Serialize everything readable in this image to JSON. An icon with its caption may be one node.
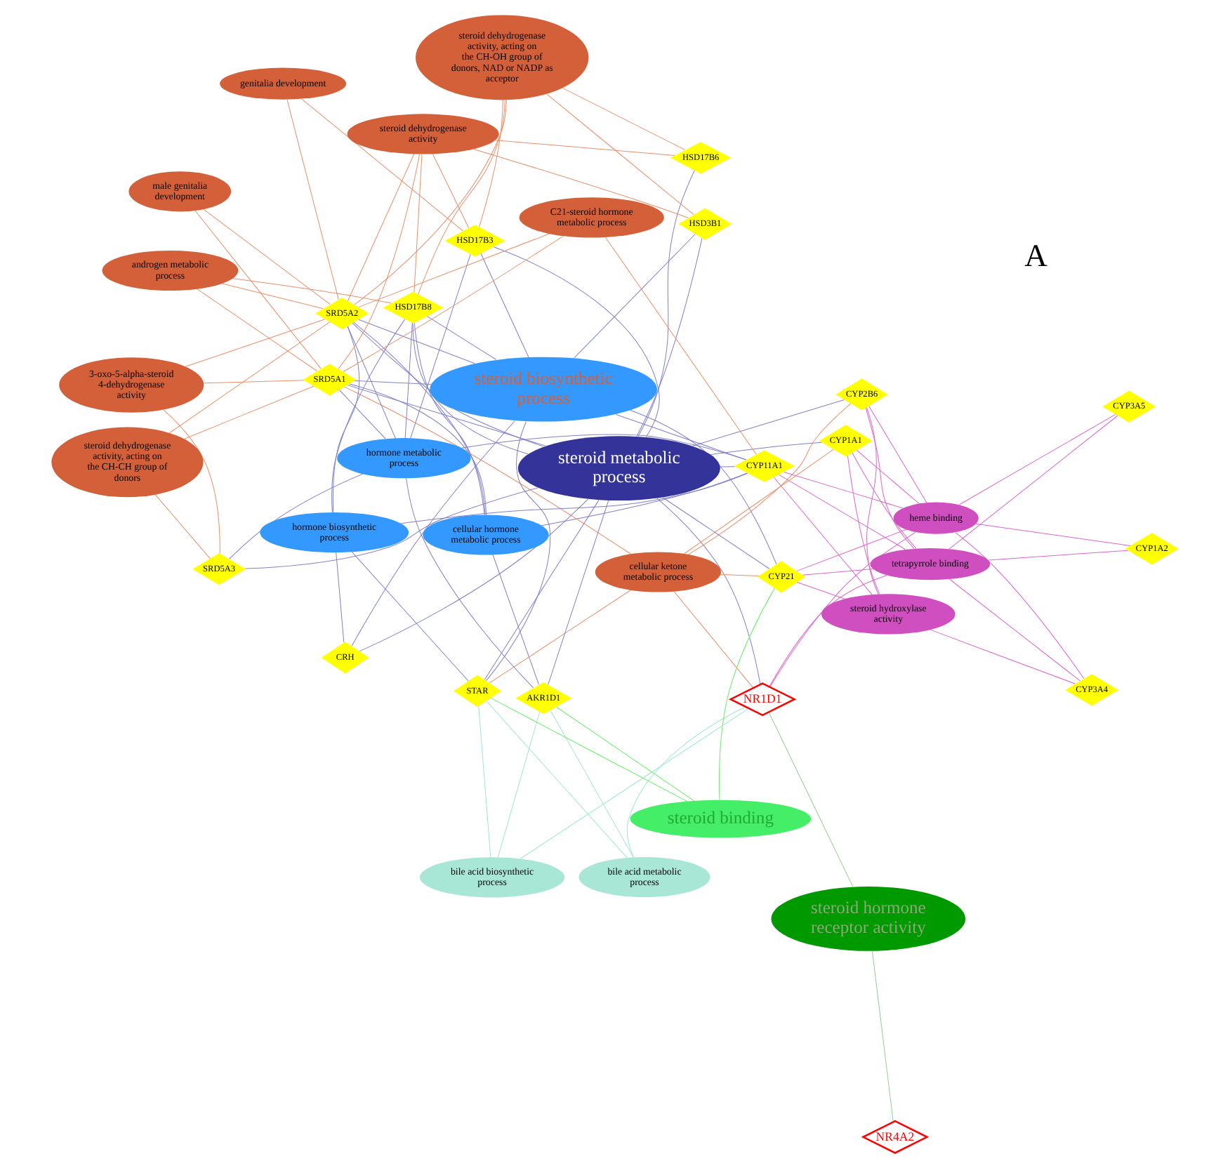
{
  "diagram": {
    "nodes": [
      {
        "text": [
          "NR4A2"
        ]
      },
      {
        "text": [
          "steroid hormone receptor activity"
        ]
      },
      {
        "text": [
          "NR1D1"
        ]
      },
      {
        "text": [
          "heme binding"
        ]
      },
      {
        "text": [
          "bile acid metabolic process"
        ]
      },
      {
        "text": [
          "tetrapyrrole binding"
        ]
      },
      {
        "text": [
          "bile acid biosynthetic process"
        ]
      },
      {
        "text": [
          "steroid hydroxylase activity"
        ]
      },
      {
        "text": [
          "cellular hormone metabolic process"
        ]
      },
      {
        "text": [
          "cellular ketone metabolic process"
        ]
      },
      {
        "text": [
          "steroid metabolic process"
        ]
      },
      {
        "text": [
          "hormone biosynthetic process"
        ]
      },
      {
        "text": [
          "steroid biosynthetic process"
        ]
      },
      {
        "text": [
          "steroid dehydrogenase activity"
        ]
      },
      {
        "text": [
          "hormone metabolic process"
        ]
      },
      {
        "text": [
          "steroid binding"
        ]
      },
      {
        "text": [
          "steroid dehydrogenase activity, acting on the CH-OH group of donors, NAD or NADP as acceptor"
        ]
      },
      {
        "text": [
          "C21-steroid hormone metabolic process"
        ]
      },
      {
        "text": [
          "male genitalia development"
        ]
      },
      {
        "text": [
          "androgen metabolic process"
        ]
      },
      {
        "text": [
          "3-oxo-5-alpha-steroid 4-dehydrogenase activity"
        ]
      },
      {
        "text": [
          "steroid dehydrogenase activity, acting on the CH-CH group of donors"
        ]
      },
      {
        "text": [
          "genitalia development"
        ]
      },
      {
        "text": [
          "CYP1A2"
        ]
      },
      {
        "text": [
          "CYP3A5"
        ]
      },
      {
        "text": [
          "CYP3A4"
        ]
      },
      {
        "text": [
          "CYP2B6"
        ]
      },
      {
        "text": [
          "CYP1A1"
        ]
      },
      {
        "text": [
          "STAR"
        ]
      },
      {
        "text": [
          "CYP21"
        ]
      },
      {
        "text": [
          "CYP11A1"
        ]
      },
      {
        "text": [
          "CRH"
        ]
      },
      {
        "text": [
          "HSD17B8"
        ]
      },
      {
        "text": [
          "HSD17B6"
        ]
      },
      {
        "text": [
          "SRD5A3"
        ]
      },
      {
        "text": [
          "HSD17B3"
        ]
      },
      {
        "text": [
          "AKR1D1"
        ]
      },
      {
        "text": [
          "HSD3B1"
        ]
      },
      {
        "text": [
          "SRD5A2"
        ]
      },
      {
        "text": [
          "SRD5A1"
        ]
      }
    ],
    "edges": [
      {
        "from": 1,
        "to": 0,
        "arrow": "none",
        "color": "#99cc99"
      },
      {
        "from": 1,
        "to": 2,
        "arrow": "none",
        "color": "#99cc99"
      },
      {
        "from": 2,
        "to": 4,
        "arrow": "none",
        "color": "#a0e8d0"
      },
      {
        "from": 2,
        "to": 6,
        "arrow": "none",
        "color": "#a0e8d0"
      },
      {
        "from": 2,
        "to": 3,
        "arrow": "none",
        "color": "#dd66cc"
      },
      {
        "from": 2,
        "to": 5,
        "arrow": "none",
        "color": "#dd66cc"
      },
      {
        "from": 2,
        "to": 10,
        "arrow": "none"
      },
      {
        "from": 2,
        "to": 9,
        "arrow": "none",
        "color": "#e8906a"
      },
      {
        "from": 3,
        "to": 23,
        "arrow": "none",
        "color": "#dd66cc"
      },
      {
        "from": 3,
        "to": 24,
        "arrow": "none",
        "color": "#dd66cc"
      },
      {
        "from": 3,
        "to": 25,
        "arrow": "none",
        "color": "#dd66cc"
      },
      {
        "from": 3,
        "to": 26,
        "arrow": "none",
        "color": "#dd66cc"
      },
      {
        "from": 3,
        "to": 27,
        "arrow": "none",
        "color": "#dd66cc"
      },
      {
        "from": 3,
        "to": 29,
        "arrow": "none",
        "color": "#dd66cc"
      },
      {
        "from": 3,
        "to": 30,
        "arrow": "none",
        "color": "#dd66cc"
      },
      {
        "from": 5,
        "to": 23,
        "arrow": "none",
        "color": "#dd66cc"
      },
      {
        "from": 5,
        "to": 24,
        "arrow": "none",
        "color": "#dd66cc"
      },
      {
        "from": 5,
        "to": 25,
        "arrow": "none",
        "color": "#dd66cc"
      },
      {
        "from": 5,
        "to": 26,
        "arrow": "none",
        "color": "#dd66cc"
      },
      {
        "from": 5,
        "to": 27,
        "arrow": "none",
        "color": "#dd66cc"
      },
      {
        "from": 5,
        "to": 29,
        "arrow": "none",
        "color": "#dd66cc"
      },
      {
        "from": 5,
        "to": 30,
        "arrow": "none",
        "color": "#dd66cc"
      },
      {
        "from": 7,
        "to": 27,
        "arrow": "none",
        "color": "#dd66cc"
      },
      {
        "from": 7,
        "to": 29,
        "arrow": "none",
        "color": "#dd66cc"
      },
      {
        "from": 7,
        "to": 26,
        "arrow": "none",
        "color": "#dd66cc"
      },
      {
        "from": 7,
        "to": 25,
        "arrow": "none",
        "color": "#dd66cc"
      },
      {
        "from": 7,
        "to": 30,
        "arrow": "none",
        "color": "#dd66cc"
      },
      {
        "from": 4,
        "to": 28,
        "arrow": "none",
        "color": "#a0e8d0"
      },
      {
        "from": 4,
        "to": 36,
        "arrow": "none",
        "color": "#a0e8d0"
      },
      {
        "from": 6,
        "to": 28,
        "arrow": "none",
        "color": "#a0e8d0"
      },
      {
        "from": 6,
        "to": 36,
        "arrow": "none",
        "color": "#a0e8d0"
      },
      {
        "from": 8,
        "to": 30,
        "arrow": "none"
      },
      {
        "from": 8,
        "to": 32,
        "arrow": "none"
      },
      {
        "from": 8,
        "to": 36,
        "arrow": "none"
      },
      {
        "from": 8,
        "to": 38,
        "arrow": "none"
      },
      {
        "from": 8,
        "to": 39,
        "arrow": "none"
      },
      {
        "from": 11,
        "to": 30,
        "arrow": "none"
      },
      {
        "from": 11,
        "to": 32,
        "arrow": "none"
      },
      {
        "from": 11,
        "to": 31,
        "arrow": "none"
      },
      {
        "from": 11,
        "to": 38,
        "arrow": "none"
      },
      {
        "from": 11,
        "to": 28,
        "arrow": "none"
      },
      {
        "from": 14,
        "to": 32,
        "arrow": "none"
      },
      {
        "from": 14,
        "to": 35,
        "arrow": "none"
      },
      {
        "from": 14,
        "to": 38,
        "arrow": "none"
      },
      {
        "from": 14,
        "to": 39,
        "arrow": "none"
      },
      {
        "from": 14,
        "to": 34,
        "arrow": "none"
      },
      {
        "from": 14,
        "to": 36,
        "arrow": "none"
      },
      {
        "from": 14,
        "to": 30,
        "arrow": "none"
      },
      {
        "from": 10,
        "to": 26,
        "arrow": "none"
      },
      {
        "from": 10,
        "to": 28,
        "arrow": "none"
      },
      {
        "from": 10,
        "to": 27,
        "arrow": "none"
      },
      {
        "from": 10,
        "to": 29,
        "arrow": "none"
      },
      {
        "from": 10,
        "to": 30,
        "arrow": "none"
      },
      {
        "from": 10,
        "to": 31,
        "arrow": "none"
      },
      {
        "from": 10,
        "to": 32,
        "arrow": "none"
      },
      {
        "from": 10,
        "to": 33,
        "arrow": "none"
      },
      {
        "from": 10,
        "to": 34,
        "arrow": "none"
      },
      {
        "from": 10,
        "to": 35,
        "arrow": "none"
      },
      {
        "from": 10,
        "to": 36,
        "arrow": "none"
      },
      {
        "from": 10,
        "to": 37,
        "arrow": "none"
      },
      {
        "from": 10,
        "to": 38,
        "arrow": "none"
      },
      {
        "from": 10,
        "to": 39,
        "arrow": "none"
      },
      {
        "from": 12,
        "to": 28,
        "arrow": "none"
      },
      {
        "from": 12,
        "to": 29,
        "arrow": "none"
      },
      {
        "from": 12,
        "to": 30,
        "arrow": "none"
      },
      {
        "from": 12,
        "to": 31,
        "arrow": "none"
      },
      {
        "from": 12,
        "to": 32,
        "arrow": "none"
      },
      {
        "from": 12,
        "to": 35,
        "arrow": "none"
      },
      {
        "from": 12,
        "to": 37,
        "arrow": "none"
      },
      {
        "from": 12,
        "to": 38,
        "arrow": "none"
      },
      {
        "from": 12,
        "to": 39,
        "arrow": "none"
      },
      {
        "from": 15,
        "to": 28,
        "arrow": "none",
        "color": "#66ee66"
      },
      {
        "from": 15,
        "to": 29,
        "arrow": "none",
        "color": "#66ee66"
      },
      {
        "from": 15,
        "to": 36,
        "arrow": "none",
        "color": "#66ee66"
      },
      {
        "from": 9,
        "to": 26,
        "arrow": "none",
        "color": "#e8906a"
      },
      {
        "from": 9,
        "to": 28,
        "arrow": "none",
        "color": "#e8906a"
      },
      {
        "from": 9,
        "to": 27,
        "arrow": "none",
        "color": "#e8906a"
      },
      {
        "from": 9,
        "to": 29,
        "arrow": "none",
        "color": "#e8906a"
      },
      {
        "from": 9,
        "to": 39,
        "arrow": "none",
        "color": "#e8906a"
      },
      {
        "from": 13,
        "to": 32,
        "arrow": "none",
        "color": "#e8906a"
      },
      {
        "from": 13,
        "to": 33,
        "arrow": "none",
        "color": "#e8906a"
      },
      {
        "from": 13,
        "to": 35,
        "arrow": "none",
        "color": "#e8906a"
      },
      {
        "from": 13,
        "to": 37,
        "arrow": "none",
        "color": "#e8906a"
      },
      {
        "from": 13,
        "to": 38,
        "arrow": "none",
        "color": "#e8906a"
      },
      {
        "from": 13,
        "to": 39,
        "arrow": "none",
        "color": "#e8906a"
      },
      {
        "from": 16,
        "to": 32,
        "arrow": "none",
        "color": "#e8906a"
      },
      {
        "from": 16,
        "to": 33,
        "arrow": "none",
        "color": "#e8906a"
      },
      {
        "from": 16,
        "to": 35,
        "arrow": "none",
        "color": "#e8906a"
      },
      {
        "from": 16,
        "to": 37,
        "arrow": "none",
        "color": "#e8906a"
      },
      {
        "from": 16,
        "to": 38,
        "arrow": "none",
        "color": "#e8906a"
      },
      {
        "from": 17,
        "to": 30,
        "arrow": "none",
        "color": "#e8906a"
      },
      {
        "from": 17,
        "to": 38,
        "arrow": "none",
        "color": "#e8906a"
      },
      {
        "from": 17,
        "to": 39,
        "arrow": "none",
        "color": "#e8906a"
      },
      {
        "from": 19,
        "to": 32,
        "arrow": "none",
        "color": "#e8906a"
      },
      {
        "from": 19,
        "to": 38,
        "arrow": "none",
        "color": "#e8906a"
      },
      {
        "from": 19,
        "to": 39,
        "arrow": "none",
        "color": "#e8906a"
      },
      {
        "from": 20,
        "to": 34,
        "arrow": "none",
        "color": "#e8906a"
      },
      {
        "from": 20,
        "to": 38,
        "arrow": "none",
        "color": "#e8906a"
      },
      {
        "from": 20,
        "to": 39,
        "arrow": "none",
        "color": "#e8906a"
      },
      {
        "from": 21,
        "to": 34,
        "arrow": "none",
        "color": "#e8906a"
      },
      {
        "from": 21,
        "to": 38,
        "arrow": "none",
        "color": "#e8906a"
      },
      {
        "from": 21,
        "to": 39,
        "arrow": "none",
        "color": "#e8906a"
      },
      {
        "from": 22,
        "to": 38,
        "arrow": "none",
        "color": "#e8906a"
      },
      {
        "from": 22,
        "to": 35,
        "arrow": "none",
        "color": "#e8906a"
      },
      {
        "from": 18,
        "to": 38,
        "arrow": "none",
        "color": "#e8906a"
      },
      {
        "from": 18,
        "to": 39,
        "arrow": "none",
        "color": "#e8906a"
      }
    ],
    "labels": [
      "A"
    ]
  }
}
